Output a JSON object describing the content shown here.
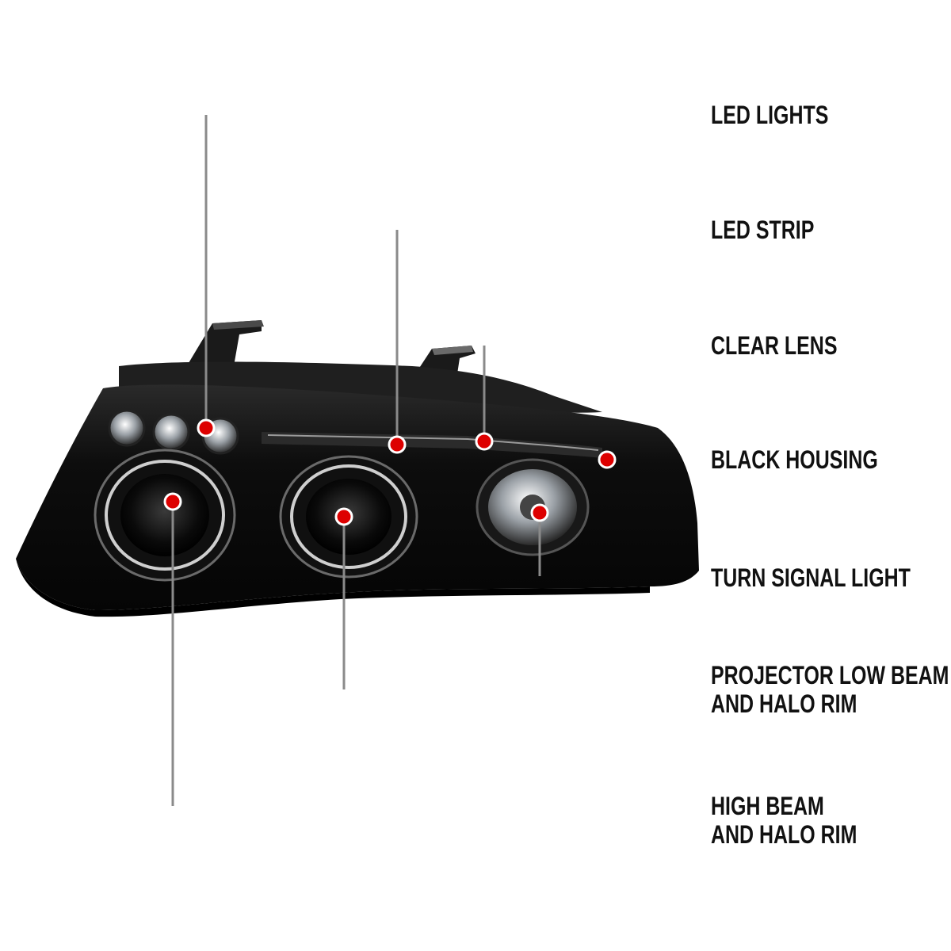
{
  "colors": {
    "background": "#ffffff",
    "leader_line_start": "#8a8a8a",
    "leader_line_end": "#cc0000",
    "marker_dot": "#dd0000",
    "housing": "#0c0c0c",
    "chrome": "#bfc3c7"
  },
  "callouts": [
    {
      "id": "led-lights",
      "lines": [
        "LED LIGHTS"
      ]
    },
    {
      "id": "led-strip",
      "lines": [
        "LED STRIP"
      ]
    },
    {
      "id": "clear-lens",
      "lines": [
        "CLEAR LENS"
      ]
    },
    {
      "id": "black-housing",
      "lines": [
        "BLACK HOUSING"
      ]
    },
    {
      "id": "turn-signal-light",
      "lines": [
        "TURN SIGNAL LIGHT"
      ]
    },
    {
      "id": "projector-low-beam",
      "lines": [
        "PROJECTOR LOW BEAM",
        "AND HALO RIM"
      ]
    },
    {
      "id": "high-beam",
      "lines": [
        "HIGH BEAM",
        "AND HALO RIM"
      ]
    }
  ]
}
